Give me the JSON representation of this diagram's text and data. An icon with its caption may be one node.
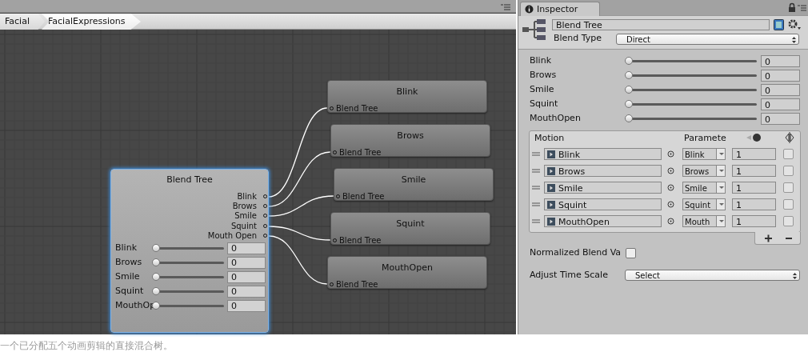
{
  "diagram": {
    "caption": "一个已分配五个动画剪辑的直接混合树。",
    "nodes": [
      {
        "text": [
          "Blend Tree",
          "Blink",
          "Brows",
          "Smile",
          "Squint",
          "Mouth Open",
          "Blink",
          "0",
          "Brows",
          "0",
          "Smile",
          "0",
          "Squint",
          "0",
          "MouthOp",
          "0"
        ]
      },
      {
        "text": [
          "Blink",
          "Blend Tree"
        ]
      },
      {
        "text": [
          "Brows",
          "Blend Tree"
        ]
      },
      {
        "text": [
          "Smile",
          "Blend Tree"
        ]
      },
      {
        "text": [
          "Squint",
          "Blend Tree"
        ]
      },
      {
        "text": [
          "MouthOpen",
          "Blend Tree"
        ]
      }
    ],
    "edges": [
      {
        "from": 0,
        "to": 1,
        "arrow": "none"
      },
      {
        "from": 0,
        "to": 2,
        "arrow": "none"
      },
      {
        "from": 0,
        "to": 3,
        "arrow": "none"
      },
      {
        "from": 0,
        "to": 4,
        "arrow": "none"
      },
      {
        "from": 0,
        "to": 5,
        "arrow": "none"
      }
    ],
    "labels": [
      "Facial",
      "FacialExpressions",
      "Inspector",
      "Blend Tree",
      "Blend Type",
      "Direct",
      "Blink",
      "0",
      "Brows",
      "0",
      "Smile",
      "0",
      "Squint",
      "0",
      "MouthOpen",
      "0",
      "Motion",
      "Paramete",
      "Blink",
      "Blink",
      "1",
      "Brows",
      "Brows",
      "1",
      "Smile",
      "Smile",
      "1",
      "Squint",
      "Squint",
      "1",
      "MouthOpen",
      "Mouth",
      "1",
      "Normalized Blend Va",
      "Adjust Time Scale",
      "Select"
    ]
  }
}
